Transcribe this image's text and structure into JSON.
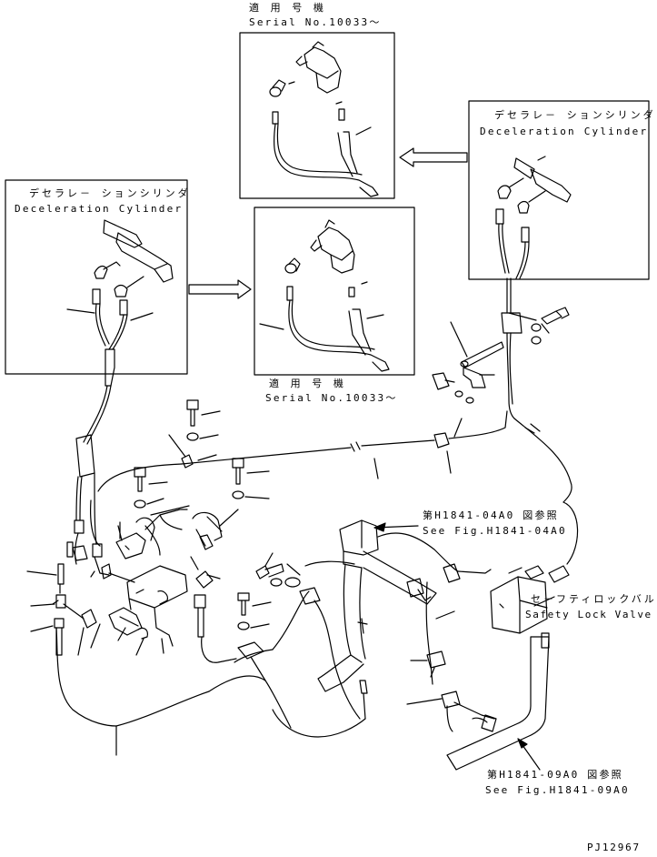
{
  "top_inset": {
    "jp_title": "適 用 号 機",
    "serial": "Serial No.10033～"
  },
  "middle_inset": {
    "jp_title": "適 用 号 機",
    "serial": "Serial No.10033～"
  },
  "left_inset": {
    "jp_title": "デセラレ－ ションシリンダ",
    "en_title": "Deceleration Cylinder"
  },
  "right_inset": {
    "jp_title": "デセラレ－ ションシリンダ",
    "en_title": "Deceleration Cylinder"
  },
  "callouts": {
    "ref_04_jp": "第H1841-04A0 図参照",
    "ref_04_en": "See Fig.H1841-04A0",
    "safety_jp": "セ－フティロックバルブ",
    "safety_en": "Safety Lock Valve",
    "ref_09_jp": "第H1841-09A0 図参照",
    "ref_09_en": "See Fig.H1841-09A0"
  },
  "drawing_code": "PJ12967"
}
